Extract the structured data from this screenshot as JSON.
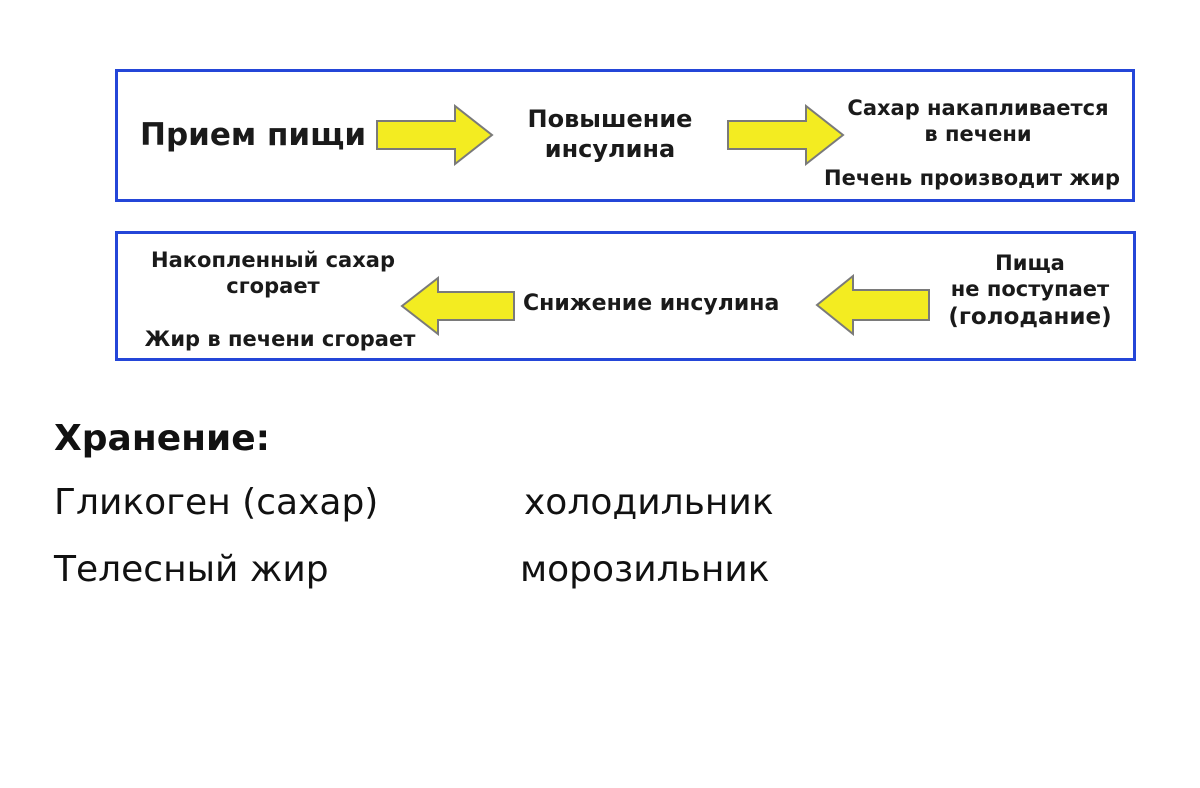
{
  "colors": {
    "box_border": "#2446d8",
    "arrow_fill": "#f3ec21",
    "arrow_stroke": "#7a7a7a",
    "text": "#1a1a1a"
  },
  "icons": {
    "arrow_right": "arrow-right-icon",
    "arrow_left": "arrow-left-icon"
  },
  "flow_top": {
    "food_intake": "Прием пищи",
    "insulin_rise_1": "Повышение",
    "insulin_rise_2": "инсулина",
    "sugar_stored_1": "Сахар накапливается",
    "sugar_stored_2": "в печени",
    "liver_makes_fat": "Печень производит жир"
  },
  "flow_bottom": {
    "no_food_1": "Пища",
    "no_food_2": "не поступает",
    "no_food_3": "(голодание)",
    "insulin_drop": "Снижение инсулина",
    "sugar_burns_1": "Накопленный сахар",
    "sugar_burns_2": "сгорает",
    "liver_fat_burns": "Жир в печени сгорает"
  },
  "storage": {
    "title": "Хранение:",
    "rows": [
      {
        "item": "Гликоген (сахар)",
        "place": "холодильник"
      },
      {
        "item": "Телесный жир",
        "place": "морозильник"
      }
    ]
  }
}
